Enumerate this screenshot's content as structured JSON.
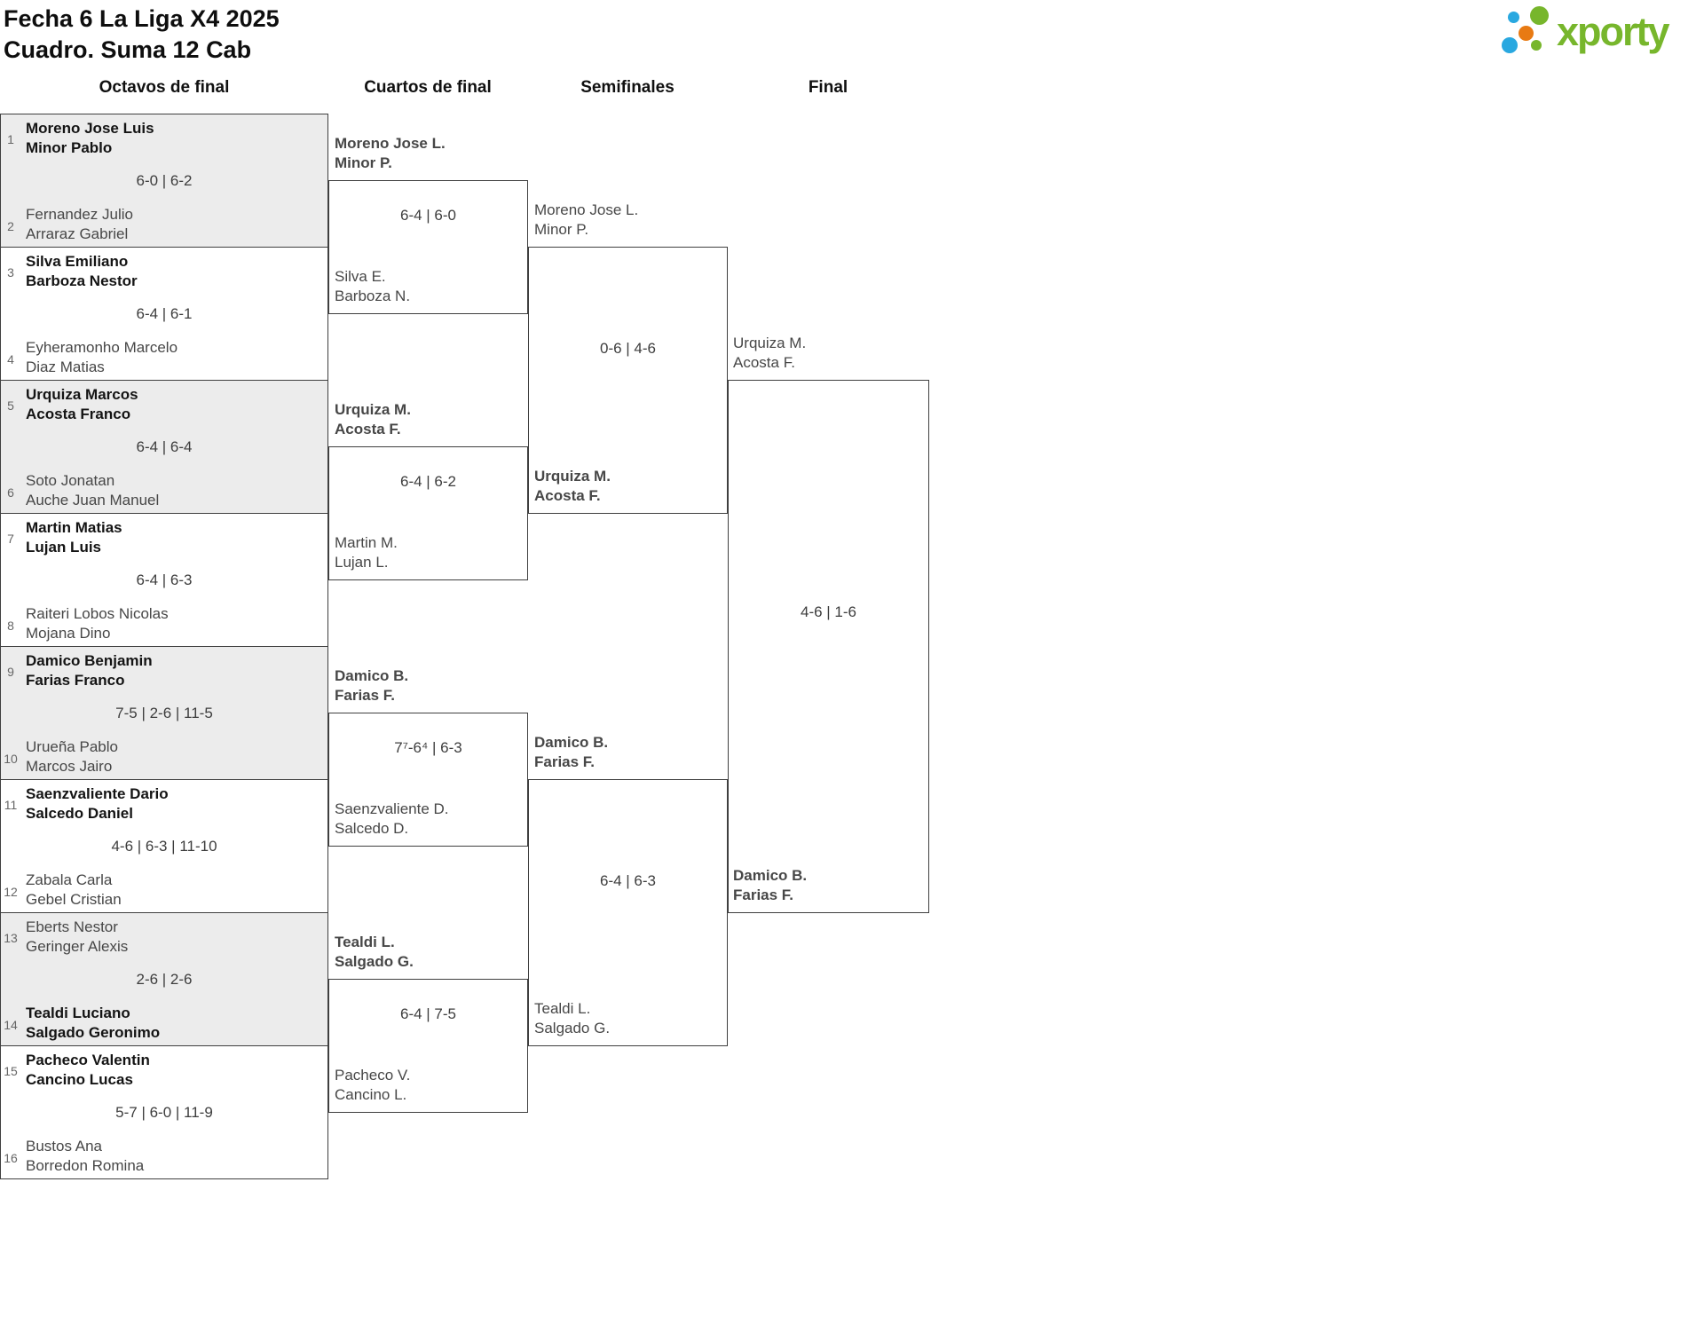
{
  "title": [
    "Fecha 6 La Liga X4 2025",
    "Cuadro. Suma 12 Cab"
  ],
  "logo": {
    "wordmark": "xporty",
    "green": "#77b62c",
    "blue": "#29a8e0",
    "orange": "#e87a13"
  },
  "round_headers": [
    "Octavos de final",
    "Cuartos de final",
    "Semifinales",
    "Final"
  ],
  "octavos": [
    {
      "seed_top": "1",
      "team_top": [
        "Moreno Jose Luis",
        "Minor Pablo"
      ],
      "seed_bottom": "2",
      "team_bottom": [
        "Fernandez Julio",
        "Arraraz Gabriel"
      ],
      "score": "6-0 | 6-2",
      "winner": "top"
    },
    {
      "seed_top": "3",
      "team_top": [
        "Silva Emiliano",
        "Barboza Nestor"
      ],
      "seed_bottom": "4",
      "team_bottom": [
        "Eyheramonho Marcelo",
        "Diaz Matias"
      ],
      "score": "6-4 | 6-1",
      "winner": "top"
    },
    {
      "seed_top": "5",
      "team_top": [
        "Urquiza Marcos",
        "Acosta Franco"
      ],
      "seed_bottom": "6",
      "team_bottom": [
        "Soto Jonatan",
        "Auche Juan Manuel"
      ],
      "score": "6-4 | 6-4",
      "winner": "top"
    },
    {
      "seed_top": "7",
      "team_top": [
        "Martin Matias",
        "Lujan Luis"
      ],
      "seed_bottom": "8",
      "team_bottom": [
        "Raiteri Lobos Nicolas",
        "Mojana Dino"
      ],
      "score": "6-4 | 6-3",
      "winner": "top"
    },
    {
      "seed_top": "9",
      "team_top": [
        "Damico Benjamin",
        "Farias Franco"
      ],
      "seed_bottom": "10",
      "team_bottom": [
        "Urueña Pablo",
        "Marcos Jairo"
      ],
      "score": "7-5 | 2-6 | 11-5",
      "winner": "top"
    },
    {
      "seed_top": "11",
      "team_top": [
        "Saenzvaliente Dario",
        "Salcedo Daniel"
      ],
      "seed_bottom": "12",
      "team_bottom": [
        "Zabala Carla",
        "Gebel Cristian"
      ],
      "score": "4-6 | 6-3 | 11-10",
      "winner": "top"
    },
    {
      "seed_top": "13",
      "team_top": [
        "Eberts Nestor",
        "Geringer Alexis"
      ],
      "seed_bottom": "14",
      "team_bottom": [
        "Tealdi Luciano",
        "Salgado Geronimo"
      ],
      "score": "2-6 | 2-6",
      "winner": "bottom"
    },
    {
      "seed_top": "15",
      "team_top": [
        "Pacheco Valentin",
        "Cancino Lucas"
      ],
      "seed_bottom": "16",
      "team_bottom": [
        "Bustos Ana",
        "Borredon Romina"
      ],
      "score": "5-7 | 6-0 | 11-9",
      "winner": "top"
    }
  ],
  "cuartos": [
    {
      "team_top": [
        "Moreno Jose L.",
        "Minor P."
      ],
      "team_bottom": [
        "Silva E.",
        "Barboza N."
      ],
      "score": "6-4 | 6-0",
      "winner": "top"
    },
    {
      "team_top": [
        "Urquiza M.",
        "Acosta F."
      ],
      "team_bottom": [
        "Martin M.",
        "Lujan L."
      ],
      "score": "6-4 | 6-2",
      "winner": "top"
    },
    {
      "team_top": [
        "Damico B.",
        "Farias F."
      ],
      "team_bottom": [
        "Saenzvaliente D.",
        "Salcedo D."
      ],
      "score": "7⁷-6⁴ | 6-3",
      "winner": "top"
    },
    {
      "team_top": [
        "Tealdi L.",
        "Salgado G."
      ],
      "team_bottom": [
        "Pacheco V.",
        "Cancino L."
      ],
      "score": "6-4 | 7-5",
      "winner": "top"
    }
  ],
  "semifinales": [
    {
      "team_top": [
        "Moreno Jose L.",
        "Minor P."
      ],
      "team_bottom": [
        "Urquiza M.",
        "Acosta F."
      ],
      "score": "0-6 | 4-6",
      "winner": "bottom"
    },
    {
      "team_top": [
        "Damico B.",
        "Farias F."
      ],
      "team_bottom": [
        "Tealdi L.",
        "Salgado G."
      ],
      "score": "6-4 | 6-3",
      "winner": "top"
    }
  ],
  "final": {
    "team_top": [
      "Urquiza M.",
      "Acosta F."
    ],
    "team_bottom": [
      "Damico B.",
      "Farias F."
    ],
    "score": "4-6 | 1-6",
    "winner": "bottom"
  }
}
